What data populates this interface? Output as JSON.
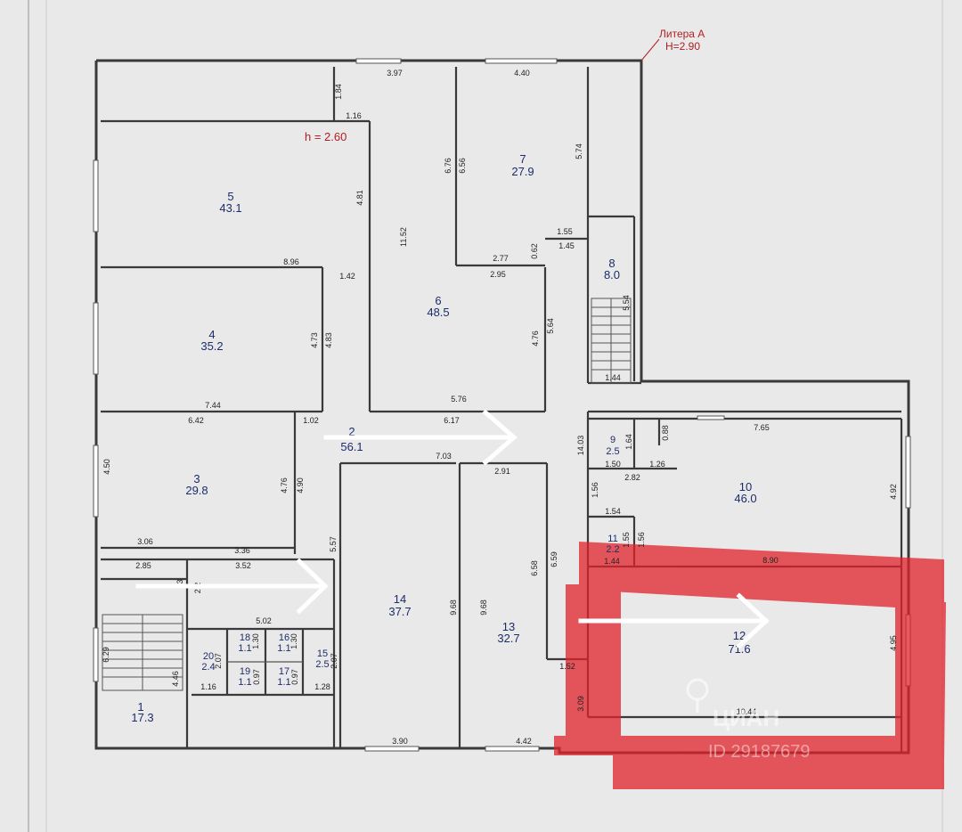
{
  "header": {
    "litera": "Литера А",
    "height_total": "H=2.90",
    "height_floor": "h = 2.60"
  },
  "rooms": [
    {
      "id": "r1",
      "num": "1",
      "area": "17.3"
    },
    {
      "id": "r2",
      "num": "2",
      "area": "56.1"
    },
    {
      "id": "r3",
      "num": "3",
      "area": "29.8"
    },
    {
      "id": "r4",
      "num": "4",
      "area": "35.2"
    },
    {
      "id": "r5",
      "num": "5",
      "area": "43.1"
    },
    {
      "id": "r6",
      "num": "6",
      "area": "48.5"
    },
    {
      "id": "r7",
      "num": "7",
      "area": "27.9"
    },
    {
      "id": "r8",
      "num": "8",
      "area": "8.0"
    },
    {
      "id": "r9",
      "num": "9",
      "area": "2.5"
    },
    {
      "id": "r10",
      "num": "10",
      "area": "46.0"
    },
    {
      "id": "r11",
      "num": "11",
      "area": "2.2"
    },
    {
      "id": "r12",
      "num": "12",
      "area": "71.6"
    },
    {
      "id": "r13",
      "num": "13",
      "area": "32.7"
    },
    {
      "id": "r14",
      "num": "14",
      "area": "37.7"
    },
    {
      "id": "r15",
      "num": "15",
      "area": "2.5"
    },
    {
      "id": "r16",
      "num": "16",
      "area": "1.1"
    },
    {
      "id": "r17",
      "num": "17",
      "area": "1.1"
    },
    {
      "id": "r18",
      "num": "18",
      "area": "1.1"
    },
    {
      "id": "r19",
      "num": "19",
      "area": "1.1"
    },
    {
      "id": "r20",
      "num": "20",
      "area": "2.4"
    }
  ],
  "dimensions": [
    "3.97",
    "4.40",
    "1.84",
    "1.16",
    "6.76",
    "6.56",
    "5.74",
    "4.81",
    "11.52",
    "0.62",
    "1.55",
    "1.45",
    "2.77",
    "8.96",
    "1.42",
    "2.95",
    "5.54",
    "4.73",
    "4.83",
    "4.76",
    "5.64",
    "1.44",
    "7.44",
    "5.76",
    "6.42",
    "1.02",
    "6.17",
    "14.03",
    "1.64",
    "0.88",
    "7.65",
    "4.50",
    "7.03",
    "2.91",
    "1.50",
    "1.26",
    "2.82",
    "4.76",
    "4.90",
    "1.56",
    "4.92",
    "1.54",
    "3.06",
    "3.36",
    "5.57",
    "1.55",
    "1.56",
    "1.44",
    "8.90",
    "2.85",
    "3.52",
    "6.58",
    "6.59",
    "2.2",
    "9.68",
    "9.68",
    "5.02",
    "1.30",
    "1.30",
    "2.07",
    "0.97",
    "0.97",
    "2.07",
    "6.29",
    "4.46",
    "1.16",
    "1.28",
    "1.52",
    "3.09",
    "4.95",
    "10.44",
    "3.90",
    "4.42",
    "3"
  ],
  "watermark": {
    "brand": "ЦИАН",
    "listing_id": "ID 29187679"
  },
  "colors": {
    "background": "#e9e9ea",
    "wall": "#3a3a3a",
    "room_label": "#1d2c6b",
    "highlight": "#e0212a",
    "arrow": "#ffffff"
  }
}
